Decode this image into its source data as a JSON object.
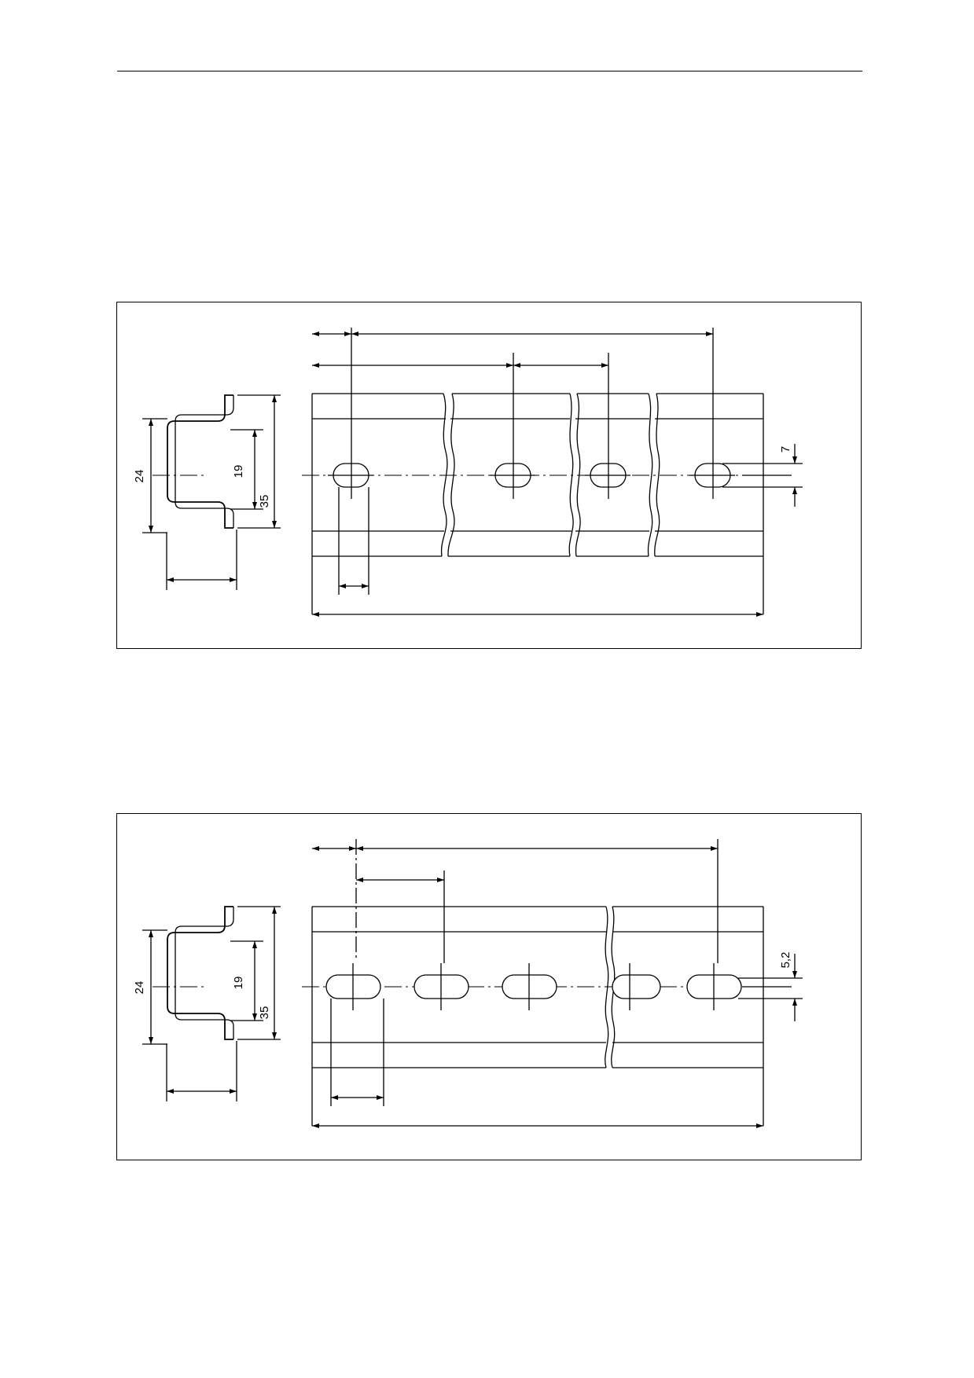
{
  "figures": [
    {
      "id": "rail-35x7-round-holes",
      "section_dims": {
        "outer_height": "35",
        "inner_width": "24",
        "web_height": "19"
      },
      "rail_height_dim": "7"
    },
    {
      "id": "rail-35x7-slotted-holes",
      "section_dims": {
        "outer_height": "35",
        "inner_width": "24",
        "web_height": "19"
      },
      "rail_height_dim": "5,2"
    }
  ]
}
